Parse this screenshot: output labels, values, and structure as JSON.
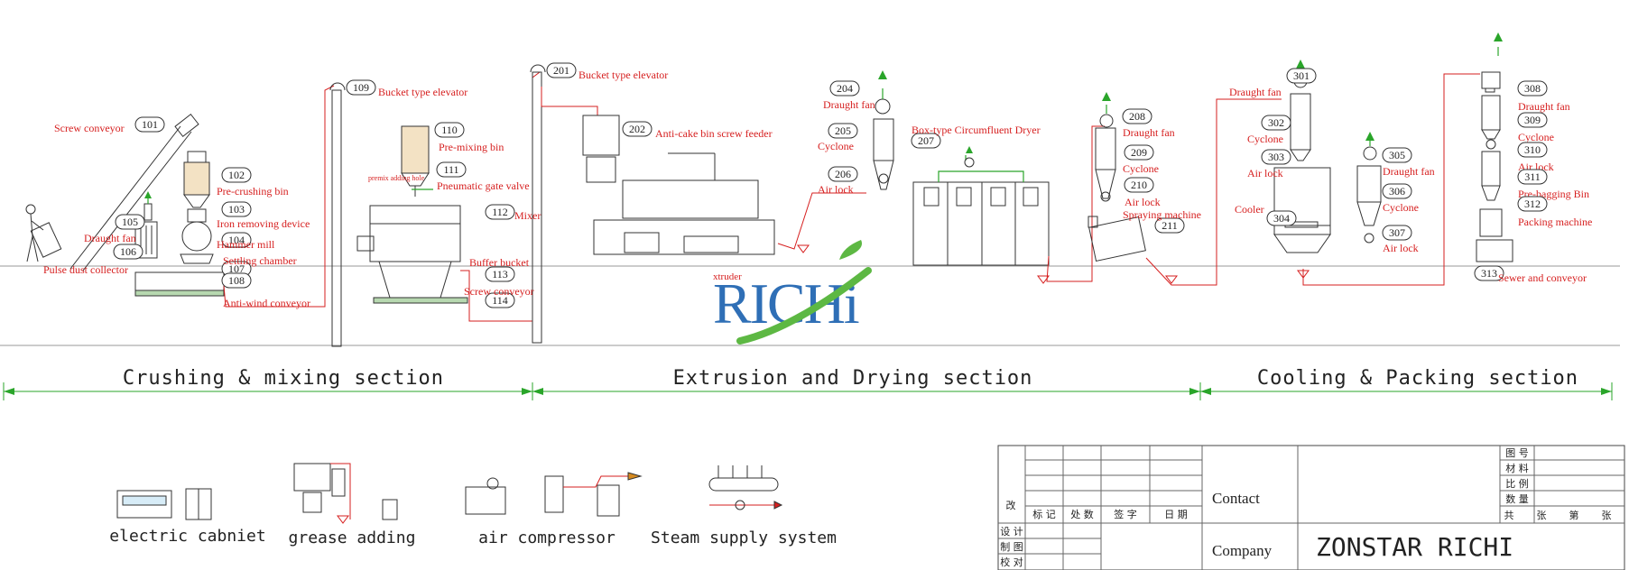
{
  "labels": [
    {
      "id": "101",
      "text": "Screw conveyor"
    },
    {
      "id": "102",
      "text": "Pre-crushing bin"
    },
    {
      "id": "103",
      "text": "Iron removing device"
    },
    {
      "id": "104",
      "text": "Hammer mill"
    },
    {
      "id": "105",
      "text": "Draught fan"
    },
    {
      "id": "106",
      "text": "Pulse dust collector"
    },
    {
      "id": "107",
      "text": "Settling chamber"
    },
    {
      "id": "108",
      "text": "Anti-wind conveyor"
    },
    {
      "id": "109",
      "text": "Bucket type elevator"
    },
    {
      "id": "110",
      "text": "Pre-mixing bin"
    },
    {
      "id": "111",
      "text": "Pneumatic gate valve"
    },
    {
      "id": "112",
      "text": "Mixer"
    },
    {
      "id": "113",
      "text": "Buffer bucket"
    },
    {
      "id": "114",
      "text": "Screw conveyor"
    },
    {
      "id": "201",
      "text": "Bucket type elevator"
    },
    {
      "id": "202",
      "text": "Anti-cake bin screw feeder"
    },
    {
      "id": "204",
      "text": "Draught fan"
    },
    {
      "id": "205",
      "text": "Cyclone"
    },
    {
      "id": "206",
      "text": "Air lock"
    },
    {
      "id": "207",
      "text": "Box-type Circumfluent Dryer"
    },
    {
      "id": "208",
      "text": "Draught fan"
    },
    {
      "id": "209",
      "text": "Cyclone"
    },
    {
      "id": "210",
      "text": "Air lock"
    },
    {
      "id": "211",
      "text": "Spraying machine"
    },
    {
      "id": "301",
      "text": "Draught fan"
    },
    {
      "id": "302",
      "text": "Cyclone"
    },
    {
      "id": "303",
      "text": "Air lock"
    },
    {
      "id": "304",
      "text": "Cooler"
    },
    {
      "id": "305",
      "text": "Draught fan"
    },
    {
      "id": "306",
      "text": "Cyclone"
    },
    {
      "id": "307",
      "text": "Air lock"
    },
    {
      "id": "308",
      "text": "Draught fan"
    },
    {
      "id": "309",
      "text": "Cyclone"
    },
    {
      "id": "310",
      "text": "Air lock"
    },
    {
      "id": "311",
      "text": "Pre-bagging Bin"
    },
    {
      "id": "312",
      "text": "Packing machine"
    },
    {
      "id": "313",
      "text": "Sewer and conveyor"
    }
  ],
  "extra_labels": {
    "premix": "premix adding hole",
    "extruder": "xtruder"
  },
  "logo": {
    "text": "RICHi",
    "color_blue": "#2f6fb6",
    "color_green": "#5db843"
  },
  "sections": [
    "Crushing & mixing section",
    "Extrusion and Drying section",
    "Cooling & Packing section"
  ],
  "legend": [
    "electric cabniet",
    "grease adding",
    "air compressor",
    "Steam supply system"
  ],
  "title_block": {
    "revise_mark": "改",
    "header_cols": [
      "标 记",
      "处 数",
      "签 字",
      "日 期"
    ],
    "rows": [
      "设 计",
      "制 图",
      "校 对"
    ],
    "contact_label": "Contact",
    "company_label": "Company",
    "company_name": "ZONSTAR RICHI",
    "right_labels": [
      "图 号",
      "材 料",
      "比 例",
      "数 量"
    ],
    "sheet": [
      "共",
      "张",
      "第",
      "张"
    ]
  },
  "colors": {
    "label": "#d61f1f",
    "flow_green": "#2aa52a",
    "equipment": "#333333"
  }
}
